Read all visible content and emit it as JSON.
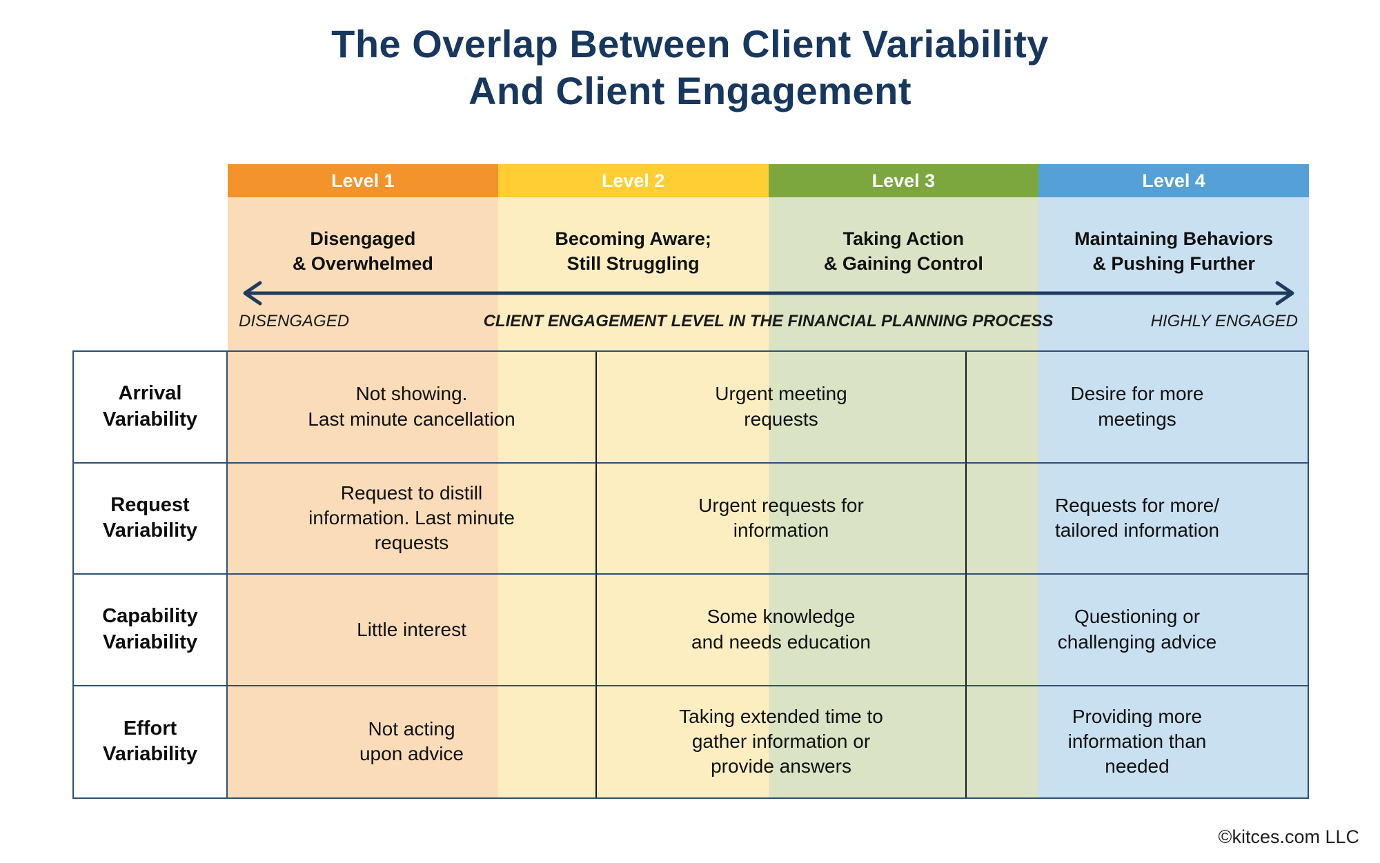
{
  "title": "The Overlap Between Client Variability\nAnd Client Engagement",
  "levels": [
    {
      "label": "Level 1",
      "subtitle": "Disengaged\n& Overwhelmed",
      "header_color": "#F2932B",
      "body_color": "#FBDCB9"
    },
    {
      "label": "Level 2",
      "subtitle": "Becoming Aware;\nStill Struggling",
      "header_color": "#FFCE33",
      "body_color": "#FDEEC1"
    },
    {
      "label": "Level 3",
      "subtitle": "Taking Action\n& Gaining Control",
      "header_color": "#7CA63E",
      "body_color": "#DBE3C5"
    },
    {
      "label": "Level 4",
      "subtitle": "Maintaining Behaviors\n& Pushing Further",
      "header_color": "#55A0D7",
      "body_color": "#C9E0F1"
    }
  ],
  "axis": {
    "left_label": "DISENGAGED",
    "center_label": "CLIENT ENGAGEMENT LEVEL IN THE FINANCIAL PLANNING PROCESS",
    "right_label": "HIGHLY ENGAGED",
    "arrow_color": "#1D3C5E"
  },
  "table": {
    "rows": [
      {
        "label": "Arrival\nVariability",
        "cells": [
          "Not showing.\nLast minute cancellation",
          "Urgent meeting\nrequests",
          "Desire for more\nmeetings"
        ]
      },
      {
        "label": "Request\nVariability",
        "cells": [
          "Request to distill\ninformation. Last minute\nrequests",
          "Urgent requests for\ninformation",
          "Requests for more/\ntailored information"
        ]
      },
      {
        "label": "Capability\nVariability",
        "cells": [
          "Little interest",
          "Some knowledge\nand needs education",
          "Questioning or\nchallenging advice"
        ]
      },
      {
        "label": "Effort\nVariability",
        "cells": [
          "Not acting\nupon advice",
          "Taking extended time to\ngather information or\nprovide answers",
          "Providing more\ninformation than\nneeded"
        ]
      }
    ]
  },
  "footer": {
    "copyright": "©kitces.com LLC"
  }
}
